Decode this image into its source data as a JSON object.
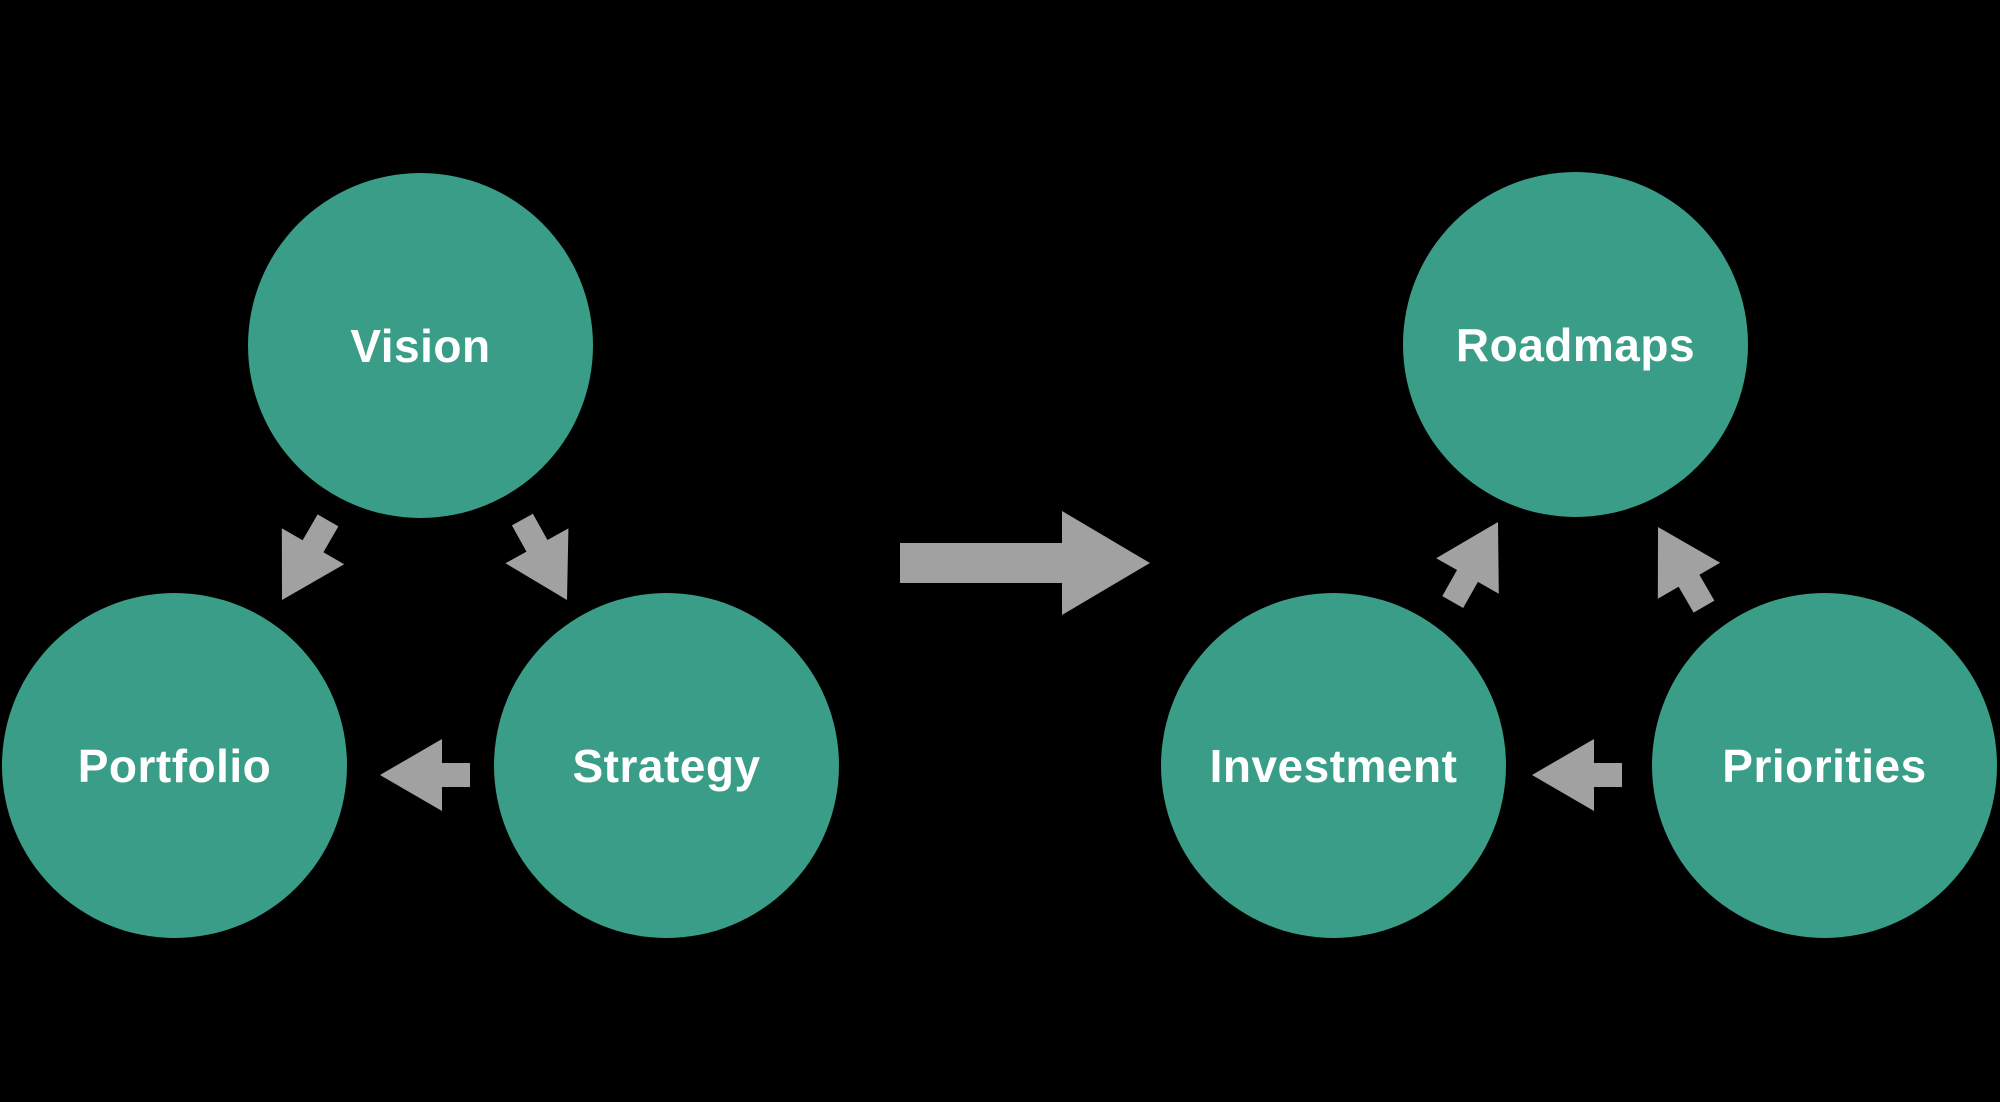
{
  "diagram": {
    "background_color": "#000000",
    "node_color": "#3a9d87",
    "arrow_color": "#a1a1a1",
    "label_color": "#ffffff",
    "clusters": [
      {
        "position": "left",
        "nodes": [
          {
            "label": "Vision",
            "placement": "top"
          },
          {
            "label": "Portfolio",
            "placement": "bottom-left"
          },
          {
            "label": "Strategy",
            "placement": "bottom-right"
          }
        ],
        "edges": [
          {
            "from": "Vision",
            "to": "Portfolio"
          },
          {
            "from": "Vision",
            "to": "Strategy"
          },
          {
            "from": "Strategy",
            "to": "Portfolio"
          }
        ]
      },
      {
        "position": "right",
        "nodes": [
          {
            "label": "Roadmaps",
            "placement": "top"
          },
          {
            "label": "Investment",
            "placement": "bottom-left"
          },
          {
            "label": "Priorities",
            "placement": "bottom-right"
          }
        ],
        "edges": [
          {
            "from": "Investment",
            "to": "Roadmaps"
          },
          {
            "from": "Priorities",
            "to": "Roadmaps"
          },
          {
            "from": "Priorities",
            "to": "Investment"
          }
        ]
      }
    ],
    "transition_arrow": {
      "from": "left cluster",
      "to": "right cluster",
      "direction": "right"
    }
  }
}
